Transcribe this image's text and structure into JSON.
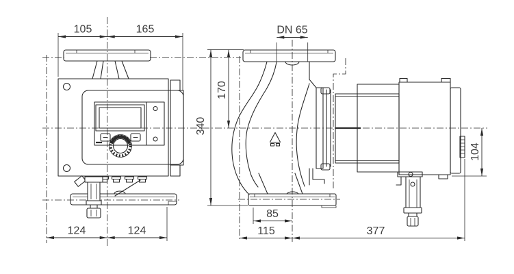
{
  "drawing": {
    "type": "pump-dimensional-drawing",
    "front_view": {
      "top_dims": [
        "105",
        "165"
      ],
      "bottom_dims": [
        "124",
        "124"
      ]
    },
    "side_view": {
      "top_dim": "DN 65",
      "vertical_dims": [
        "170",
        "340",
        "104"
      ],
      "bottom_dims": [
        "85",
        "115",
        "377"
      ]
    }
  },
  "icons": {
    "flow_direction_icon": "hollow-up-triangle",
    "operating_knob_icon": "knurled-dial",
    "display_icon": "lcd-screen"
  },
  "colors": {
    "line": "#2a2a2a",
    "dim_text": "#3d3d3d",
    "background": "#ffffff"
  }
}
